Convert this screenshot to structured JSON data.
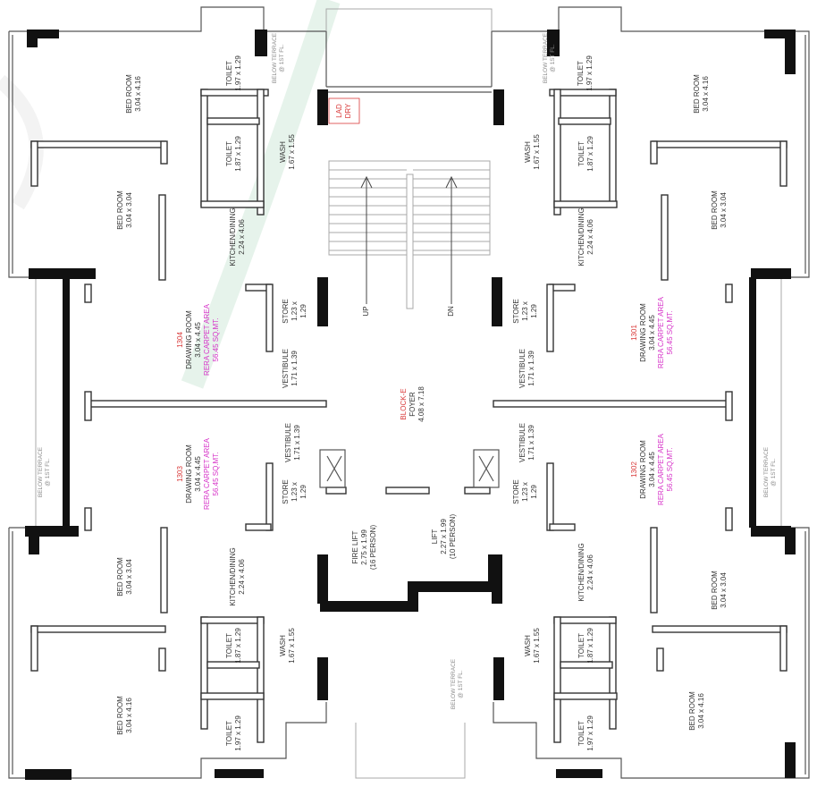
{
  "block": {
    "name": "BLOCK-E",
    "foyer": "FOYER",
    "foyer_size": "4.08 x 7.18"
  },
  "stair": {
    "up": "UP",
    "down": "DN"
  },
  "colors": {
    "flat_number": "#d93a3a",
    "carpet_area": "#d633c8",
    "text": "#333333",
    "wall": "#111111",
    "watermark": "#2e9d5a"
  },
  "flats": [
    {
      "number": "1304",
      "carpet": "RERA CARPET AREA",
      "carpet_value": "56.45 SQ.MT."
    },
    {
      "number": "1301",
      "carpet": "RERA CARPET AREA",
      "carpet_value": "56.45 SQ.MT."
    },
    {
      "number": "1303",
      "carpet": "RERA CARPET AREA",
      "carpet_value": "56.45 SQ.MT."
    },
    {
      "number": "1302",
      "carpet": "RERA CARPET AREA",
      "carpet_value": "56.45 SQ.MT."
    }
  ],
  "rooms": {
    "drawing": {
      "name": "DRAWING ROOM",
      "size": "3.04 x 4.45"
    },
    "bed_large": {
      "name": "BED ROOM",
      "size": "3.04 x 4.16"
    },
    "bed_small": {
      "name": "BED ROOM",
      "size": "3.04 x 3.04"
    },
    "toilet_a": {
      "name": "TOILET",
      "size": "1.97 x 1.29"
    },
    "toilet_b": {
      "name": "TOILET",
      "size": "1.87 x 1.29"
    },
    "wash": {
      "name": "WASH",
      "size": "1.67 x 1.55"
    },
    "kitchen": {
      "name": "KITCHEN/DINING",
      "size": "2.24 x 4.06"
    },
    "store": {
      "name": "STORE",
      "size_a": "1.23 x",
      "size_b": "1.29"
    },
    "vestibule": {
      "name": "VESTIBULE",
      "size": "1.71 x 1.39"
    }
  },
  "lifts": {
    "fire": {
      "name": "FIRE LIFT",
      "size": "2.75 x 1.99",
      "capacity": "(16 PERSON)"
    },
    "lift": {
      "name": "LIFT",
      "size": "2.27 x 1.99",
      "capacity": "(10 PERSON)"
    }
  },
  "terrace": {
    "name": "BELOW TERRACE",
    "level": "@ 1ST FL."
  },
  "stair_tag": {
    "line1": "LAD",
    "line2": "DRY"
  }
}
